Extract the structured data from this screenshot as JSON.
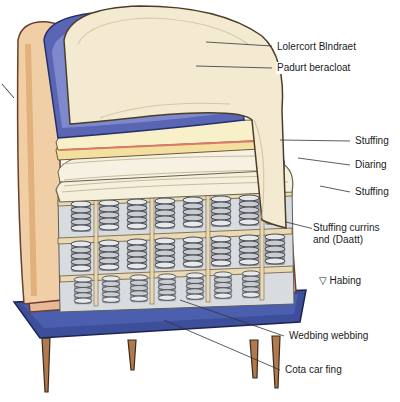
{
  "diagram": {
    "labels": [
      "Lolercort Blndraet",
      "Padurt beracloat",
      "Stuffing",
      "Diaring",
      "Stuffing",
      "Stuffing currins and (Daatt)",
      "▽ Habing",
      "Wedbing webbing",
      "Cota car fing"
    ]
  }
}
